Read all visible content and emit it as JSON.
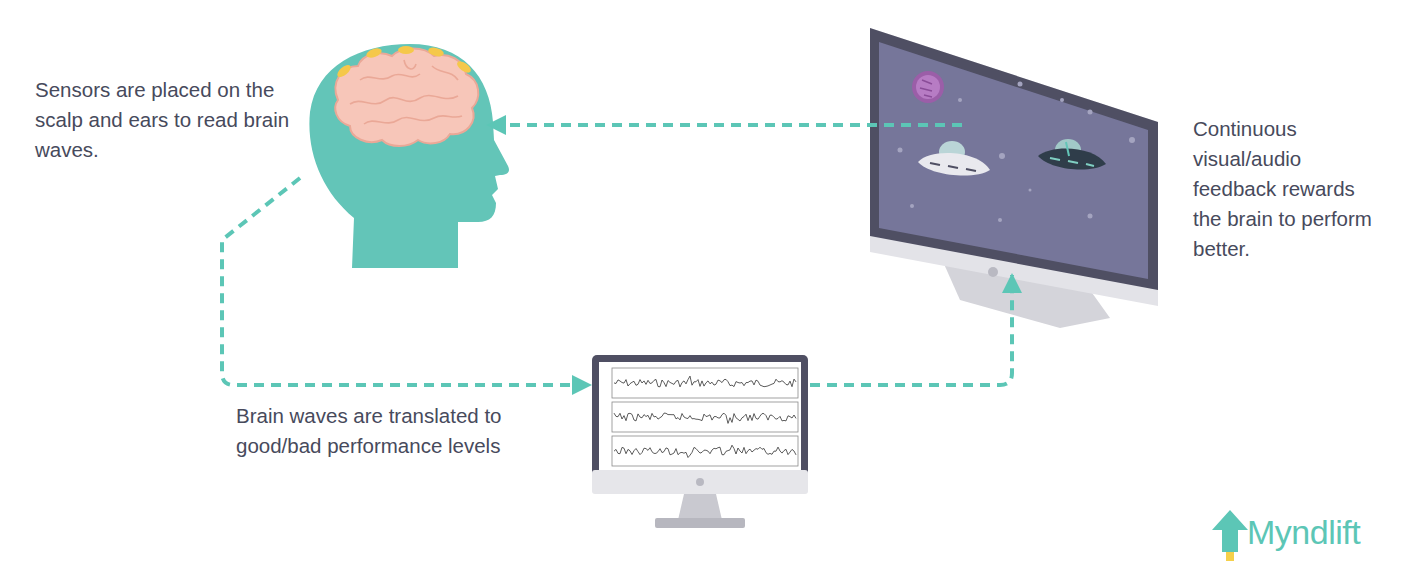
{
  "diagram": {
    "nodes": [
      {
        "text": [
          "Sensors are placed on the scalp and ears to read brain waves."
        ]
      },
      {
        "text": [
          "Brain waves are translated to good/bad performance levels"
        ]
      },
      {
        "text": [
          "Continuous visual/audio feedback rewards the brain to perform better."
        ]
      }
    ],
    "edges": [
      {
        "from": 0,
        "to": 1,
        "arrow": "to"
      },
      {
        "from": 1,
        "to": 2,
        "arrow": "to"
      },
      {
        "from": 2,
        "to": 0,
        "arrow": "to"
      }
    ],
    "labels": [
      "Myndlift"
    ]
  }
}
